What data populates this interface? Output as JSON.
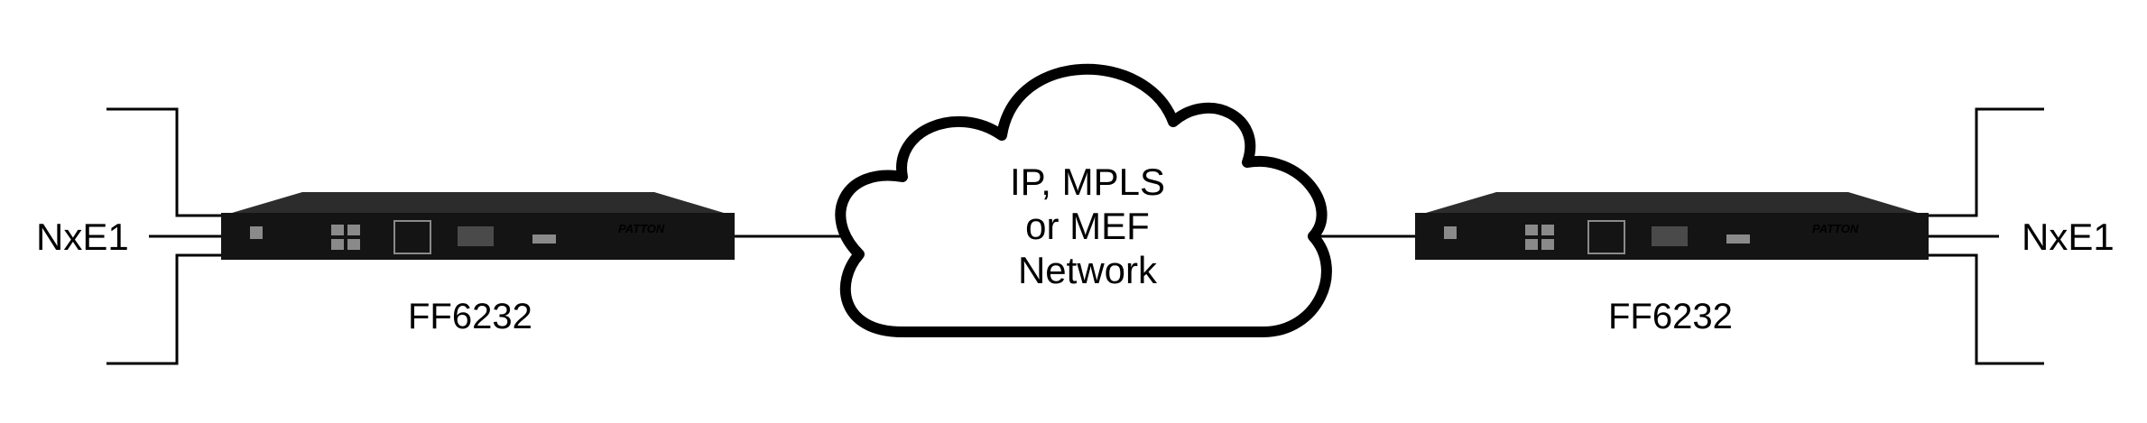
{
  "left": {
    "interface_label": "NxE1",
    "device_label": "FF6232",
    "brand_logo": "PATTON"
  },
  "right": {
    "interface_label": "NxE1",
    "device_label": "FF6232",
    "brand_logo": "PATTON"
  },
  "cloud": {
    "lines": [
      "IP, MPLS",
      "or MEF",
      "Network"
    ]
  },
  "colors": {
    "line": "#000000",
    "device_body": "#141414",
    "device_top": "#2c2c2c",
    "port": "#8a8a8a"
  }
}
